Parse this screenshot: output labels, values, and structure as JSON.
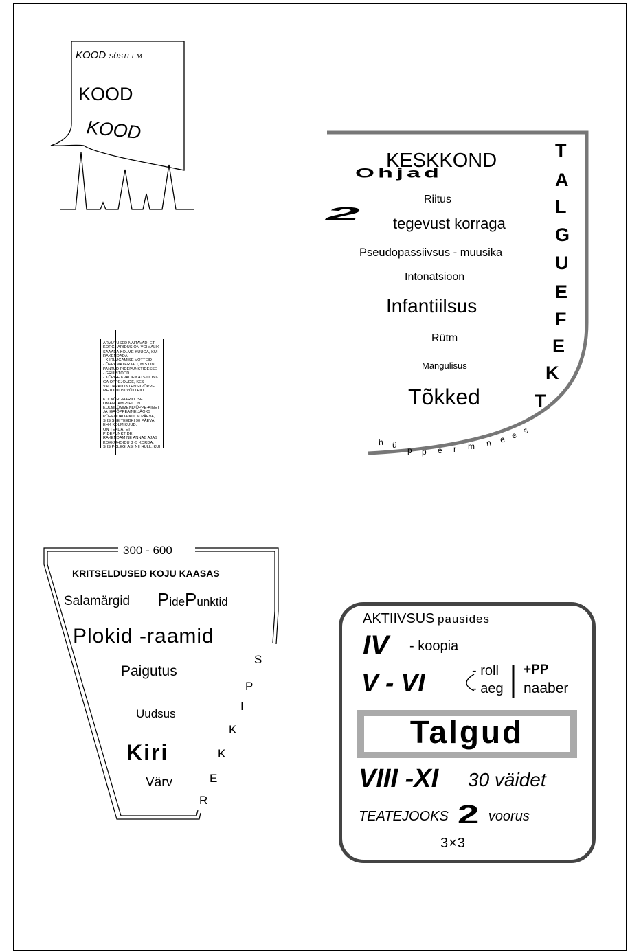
{
  "kood": {
    "line1_main": "KOOD",
    "line1_small": "SÜSTEEM",
    "line2": "KOOD",
    "line3": "KOOD"
  },
  "column_text": {
    "para1": "ARVUTUSED NÄITAVAD, ET KÕRGHARIDUS ON VÕIMALIK SAAADA KOLME KUUGA, KUI RAKENDADA:\n - KIIRLUGAMISE VÕTTEID\n - ÕPPEMATERJALI, MIS ON PANTUD PIDEPUNKTIDESSE\n - GRUPITÖÖD\n - KÕRGE KVALIFIKATSIOONI-GA ÕPPEJÕUDE, KES VALDAVAD INTENSIIVÕPPE METODILISI VÕTTEID.",
    "para2": "KUI KÕRGHARIDUSE OMANDAMI-SEL ON KOLMKÜMMEND ÕPPE-AINET JA IGA ÕPPEAINE JÄOKS PÜHENDADA KOLM PÄEVA, SIIS SEE TEEBKI 90 PÄEVA EHK KOLM KUUD.\nON TEADA, ET PIDEPUNKTIDE RAKENDAMINE ANNAB AJAS KOKKUHOIDU 3 -5 KORDA, SIIS POLEGI ASI NII HULL, KUI ESI-ALGU TUNDUB."
  },
  "keskkond": {
    "title": "KESKKOND",
    "ohjad": "Ohjad",
    "riitus": "Riitus",
    "two": "2",
    "tegevust": "tegevust korraga",
    "pseudo": "Pseudopassiivsus - muusika",
    "intonatsioon": "Intonatsioon",
    "infantiilsus": "Infantiilsus",
    "rytm": "Rütm",
    "mangulisus": "Mängulisus",
    "tokked": "Tõkked",
    "talguefekt": [
      "T",
      "A",
      "L",
      "G",
      "U",
      "E",
      "F",
      "E",
      "K",
      "T"
    ],
    "hyppermnees": [
      "h",
      "ü",
      "p",
      "p",
      "e",
      "r",
      "m",
      "n",
      "e",
      "e",
      "s"
    ]
  },
  "plokid": {
    "range": "300 - 600",
    "kritseldused": "KRITSELDUSED KOJU  KAASAS",
    "salamargid": "Salamärgid",
    "p1": "P",
    "ide": "ide",
    "p2": "P",
    "unktid": "unktid",
    "plokid_raamid": "Plokid -raamid",
    "paigutus": "Paigutus",
    "uudsus": "Uudsus",
    "kiri": "Kiri",
    "varv": "Värv",
    "skript": [
      "S",
      "P",
      "I",
      "K",
      "K",
      "E",
      "R"
    ]
  },
  "talgud": {
    "aktiivsus": "AKTIIVSUS",
    "pausides": "pausides",
    "iv": "IV",
    "koopia": "- koopia",
    "vvi": "V - VI",
    "roll": "- roll",
    "aeg": "- aeg",
    "pp": "+PP",
    "naaber": "naaber",
    "talgud": "Talgud",
    "viiixi": "VIII -XI",
    "vaidet": "30 väidet",
    "teatejooks": "TEATEJOOKS",
    "two": "2",
    "voorus": "voorus",
    "three": "3×3"
  }
}
